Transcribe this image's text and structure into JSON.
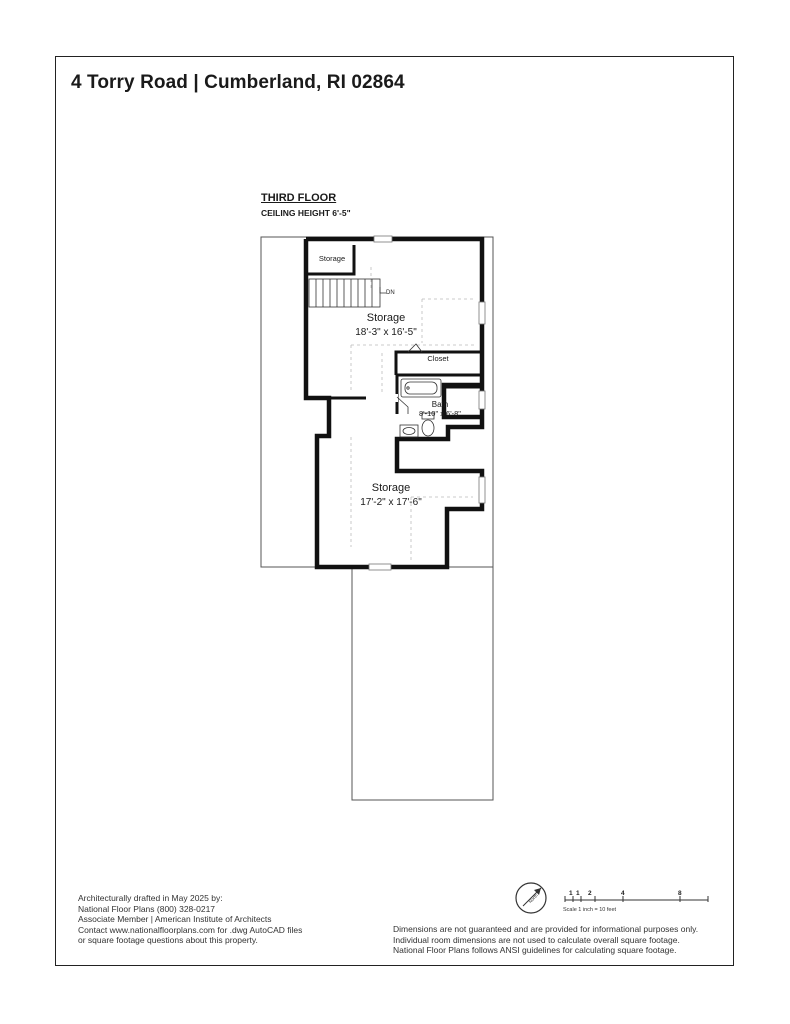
{
  "header": {
    "address": "4 Torry Road | Cumberland, RI 02864"
  },
  "floor": {
    "title": "THIRD FLOOR",
    "ceiling": "CEILING HEIGHT 6'-5\""
  },
  "rooms": [
    {
      "id": "storage-small",
      "name": "Storage",
      "dims": ""
    },
    {
      "id": "storage-upper",
      "name": "Storage",
      "dims": "18'-3\" x 16'-5\""
    },
    {
      "id": "closet",
      "name": "Closet",
      "dims": ""
    },
    {
      "id": "bath",
      "name": "Bath",
      "dims": "8'-10\" x 6'-8\""
    },
    {
      "id": "storage-lower",
      "name": "Storage",
      "dims": "17'-2\" x 17'-6\""
    }
  ],
  "stairs": {
    "label": "DN"
  },
  "footer": {
    "drafted": [
      "Architecturally drafted in May 2025 by:",
      "National Floor Plans  (800) 328-0217",
      "Associate Member | American Institute of Architects",
      "Contact www.nationalfloorplans.com for .dwg AutoCAD files",
      "or square footage questions about this property."
    ],
    "disclaimer": [
      "Dimensions are not guaranteed and are provided for informational purposes only.",
      "Individual room dimensions are not used to calculate overall square footage.",
      "National Floor Plans follows ANSI guidelines for calculating square footage."
    ]
  },
  "scale": {
    "ticks": [
      "1",
      "1",
      "2",
      "4",
      "8"
    ],
    "caption": "Scale 1 inch = 10 feet"
  },
  "compass": {
    "label": "North",
    "icon": "north-arrow-icon"
  }
}
